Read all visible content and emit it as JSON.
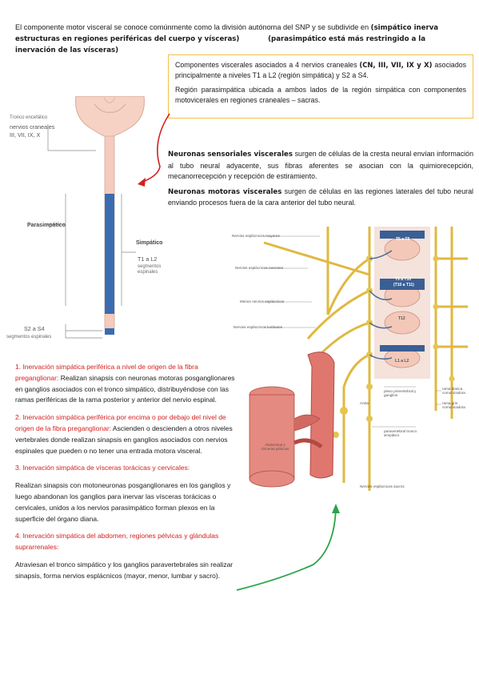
{
  "intro": {
    "text_a": "El componente motor visceral se conoce comúnmente como la división autónoma del SNP y se subdivide en ",
    "bold_a": "(simpático inerva estructuras en regiones periféricas del cuerpo y vísceras)",
    "bold_b": "(parasimpático está más restringido a la inervación de las vísceras)"
  },
  "box": {
    "p1_a": "Componentes viscerales asociados a 4 nervios craneales ",
    "p1_bold": "(CN, III, VII, IX y X)",
    "p1_b": " asociados principalmente a niveles T1 a L2 (región simpática) y S2 a S4.",
    "p2": "Región parasimpática ubicada a ambos lados de la región simpática con componentes motovicerales en regiones craneales – sacras."
  },
  "neurons": {
    "sens_title": "Neuronas sensoriales viscerales",
    "sens_text": " surgen de células de la cresta neural envían información al tubo neural adyacente, sus fibras aferentes se asocian con la quimiorecepción, mecanorrecepción y recepción de estiramiento.",
    "mot_title": "Neuronas motoras viscerales",
    "mot_text": " surgen de células en las regiones laterales del tubo neural enviando procesos fuera de la cara anterior del tubo neural."
  },
  "cord_figure": {
    "tronco": "Tronco encefálico",
    "nervios": "nervios craneales",
    "nervios_nums": "III, VII, IX, X",
    "parasimpatico": "Parasimpático",
    "simpatico": "Simpático",
    "t1l2": "T1 a L2",
    "seg1": "segmentos espinales",
    "s2s4": "S2 a S4",
    "seg2": "segmentos espinales"
  },
  "sym_figure": {
    "mayor": "Nervios esplácnicos mayores",
    "menor": "Nervios esplácnicos menores",
    "minimo": "Menos nervios esplácnicos",
    "lumbar": "Nervios esplácnicos lumbares",
    "t5t9": "T5 a T9",
    "t9t10": "T9 a T10",
    "t10t11": "(T10 a T11)",
    "t12": "T12",
    "l1l2": "L1 a L2",
    "plexo": "plexo prevertebral y ganglios",
    "aorta": "Aorta",
    "paraverte": "paravertebral tronco simpático",
    "rama_blanca": "rama blanca comunicadora",
    "rama_gris": "rama gris comunicadora",
    "abdominal": "Abdominal y vísceras pélvicas",
    "sacro": "Nervios esplácnicos sacros"
  },
  "sections": [
    {
      "head": "1. Inervación simpática periférica a nivel de origen de la fibra preganglionar:",
      "body": " Realizan sinapsis con neuronas motoras posganglionares en ganglios asociados con el tronco simpático, distribuyéndose con las ramas periféricas de la rama posterior y anterior del nervio espinal."
    },
    {
      "head": "2. Inervación simpática periférica por encima o por debajo del nivel de origen de la fibra preganglionar:",
      "body": " Ascienden o descienden a otros niveles vertebrales donde realizan sinapsis en ganglios asociados con nervios espinales que pueden o no tener una entrada motora visceral."
    },
    {
      "head": "3. Inervación simpática de vísceras torácicas y cervicales:",
      "body": "Realizan sinapsis con motoneuronas posganglionares en los ganglios y luego abandonan los ganglios para inervar las vísceras torácicas o cervicales, unidos a los nervios parasimpático forman plexos en la superficie del órgano diana."
    },
    {
      "head": "4. Inervación simpática del abdomen, regiones pélvicas y glándulas suprarrenales:",
      "body": "Atraviesan el tronco simpático y los ganglios paravertebrales sin realizar sinapsis, forma nervios esplácnicos (mayor, menor, lumbar y sacro)."
    }
  ],
  "colors": {
    "red": "#d42020",
    "yellow": "#f3c14a",
    "green": "#2ca44a",
    "blue": "#2f5f9e"
  }
}
